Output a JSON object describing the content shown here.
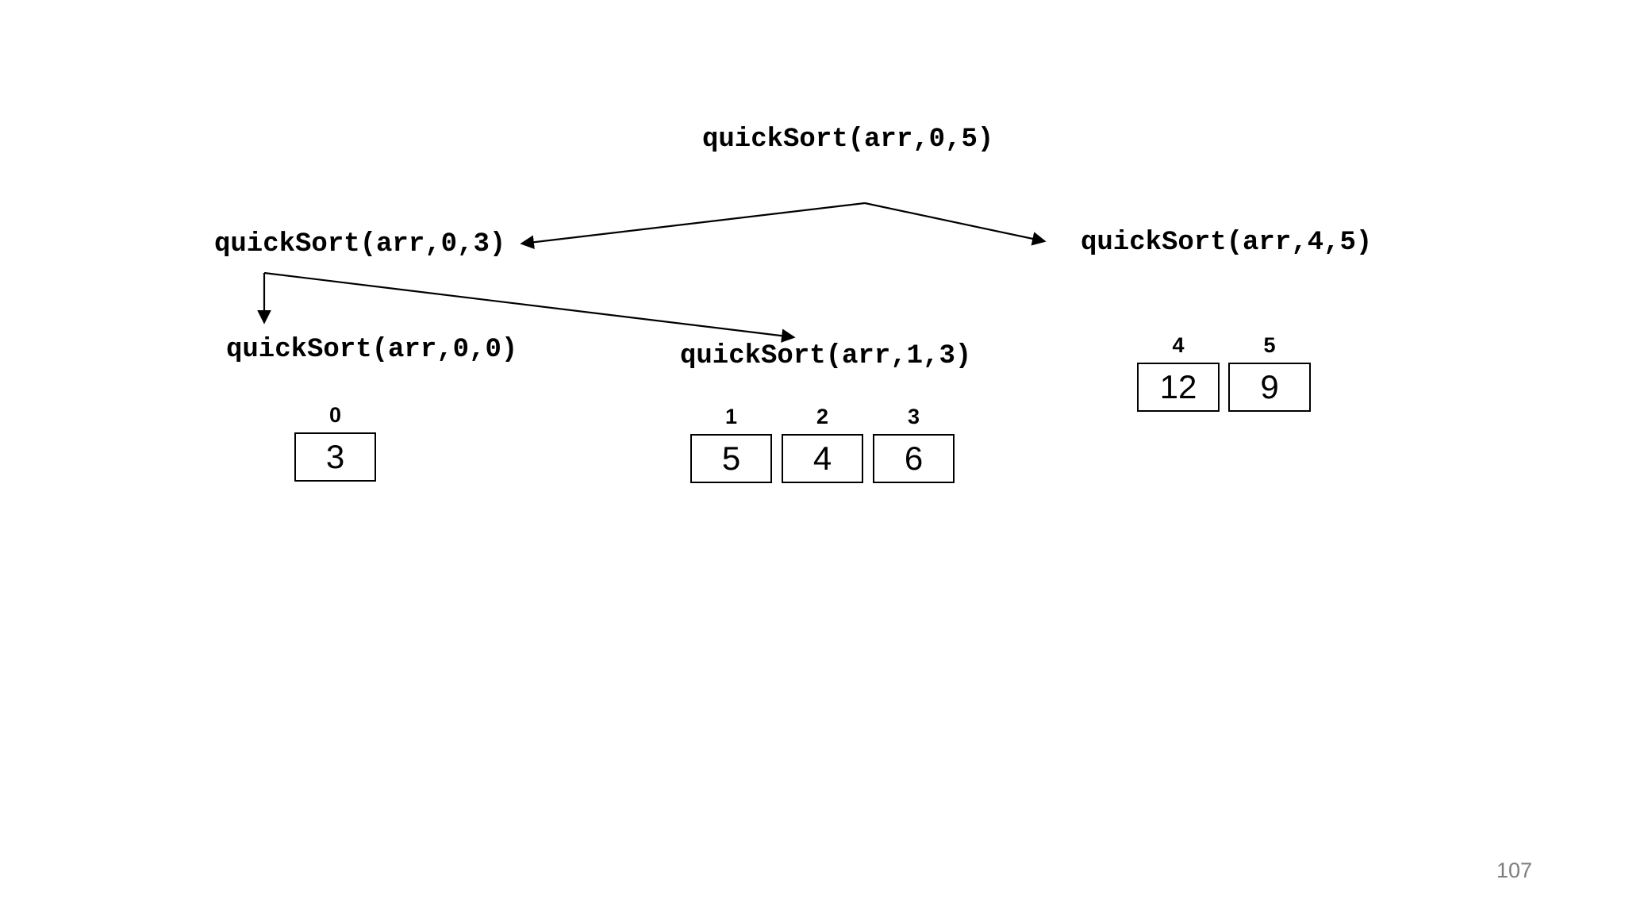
{
  "page": {
    "number": "107"
  },
  "colors": {
    "ink": "#000000",
    "page_number": "#7f7f7f",
    "box_border": "#000000",
    "background": "#ffffff"
  },
  "tree": {
    "root": "quickSort(arr,0,5)",
    "left_child": "quickSort(arr,0,3)",
    "right_child": "quickSort(arr,4,5)",
    "left_left_child": "quickSort(arr,0,0)",
    "left_right_child": "quickSort(arr,1,3)"
  },
  "arrays": {
    "sub_0_0": {
      "cells": [
        {
          "index": "0",
          "value": "3"
        }
      ]
    },
    "sub_1_3": {
      "cells": [
        {
          "index": "1",
          "value": "5"
        },
        {
          "index": "2",
          "value": "4"
        },
        {
          "index": "3",
          "value": "6"
        }
      ]
    },
    "sub_4_5": {
      "cells": [
        {
          "index": "4",
          "value": "12"
        },
        {
          "index": "5",
          "value": "9"
        }
      ]
    }
  }
}
